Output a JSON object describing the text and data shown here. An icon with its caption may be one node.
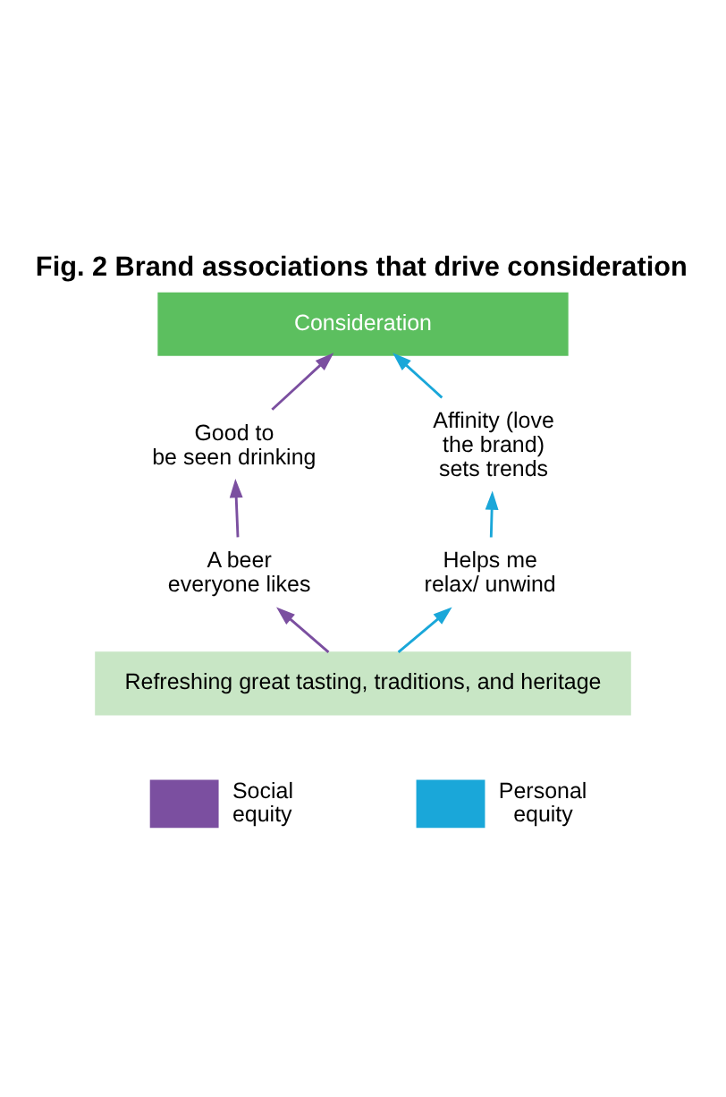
{
  "diagram": {
    "title": "Fig. 2 Brand associations that drive consideration",
    "nodes": [
      {
        "text": [
          "Consideration"
        ]
      },
      {
        "text": [
          "Good to be seen drinking"
        ]
      },
      {
        "text": [
          "Affinity (love the brand) sets trends"
        ]
      },
      {
        "text": [
          "A beer everyone likes"
        ]
      },
      {
        "text": [
          "Helps me relax/ unwind"
        ]
      },
      {
        "text": [
          "Refreshing great tasting, traditions, and heritage"
        ]
      }
    ],
    "edges": [
      {
        "from": 5,
        "to": 3,
        "arrow": "to",
        "color": "#7b4fa0"
      },
      {
        "from": 3,
        "to": 1,
        "arrow": "to",
        "color": "#7b4fa0"
      },
      {
        "from": 1,
        "to": 0,
        "arrow": "to",
        "color": "#7b4fa0"
      },
      {
        "from": 5,
        "to": 4,
        "arrow": "to",
        "color": "#1aa7d9"
      },
      {
        "from": 4,
        "to": 2,
        "arrow": "to",
        "color": "#1aa7d9"
      },
      {
        "from": 2,
        "to": 0,
        "arrow": "to",
        "color": "#1aa7d9"
      }
    ],
    "legend": [
      {
        "text": "Social equity"
      },
      {
        "text": "Personal equity"
      }
    ]
  }
}
